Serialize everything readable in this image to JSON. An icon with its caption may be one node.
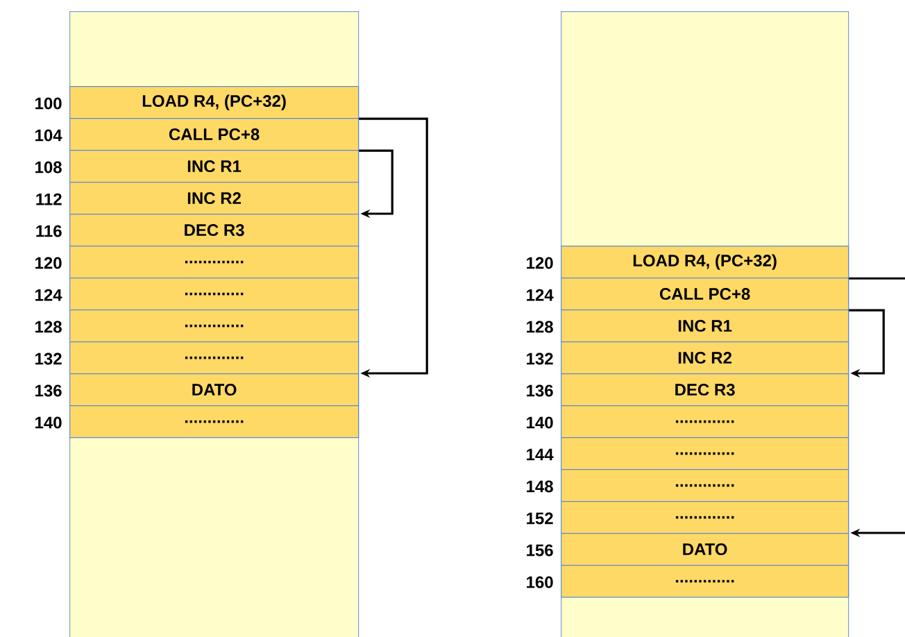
{
  "diagram": {
    "nodes": [
      {
        "text": [],
        "shape": "box"
      },
      {
        "text": [
          "LOAD R4, (PC+32)"
        ],
        "in": 0,
        "beside": [
          "100"
        ]
      },
      {
        "text": [
          "CALL PC+8"
        ],
        "in": 0,
        "beside": [
          "104"
        ]
      },
      {
        "text": [
          "INC R1"
        ],
        "in": 0,
        "beside": [
          "108"
        ]
      },
      {
        "text": [
          "INC R2"
        ],
        "in": 0,
        "beside": [
          "112"
        ]
      },
      {
        "text": [
          "DEC R3"
        ],
        "in": 0,
        "beside": [
          "116"
        ]
      },
      {
        "text": [
          "............."
        ],
        "in": 0,
        "beside": [
          "120"
        ]
      },
      {
        "text": [
          "............."
        ],
        "in": 0,
        "beside": [
          "124"
        ]
      },
      {
        "text": [
          "............."
        ],
        "in": 0,
        "beside": [
          "128"
        ]
      },
      {
        "text": [
          "............."
        ],
        "in": 0,
        "beside": [
          "132"
        ]
      },
      {
        "text": [
          "DATO"
        ],
        "in": 0,
        "beside": [
          "136"
        ]
      },
      {
        "text": [
          "............."
        ],
        "in": 0,
        "beside": [
          "140"
        ]
      },
      {
        "text": [],
        "shape": "box"
      },
      {
        "text": [
          "LOAD R4, (PC+32)"
        ],
        "in": 12,
        "beside": [
          "120"
        ]
      },
      {
        "text": [
          "CALL PC+8"
        ],
        "in": 12,
        "beside": [
          "124"
        ]
      },
      {
        "text": [
          "INC R1"
        ],
        "in": 12,
        "beside": [
          "128"
        ]
      },
      {
        "text": [
          "INC R2"
        ],
        "in": 12,
        "beside": [
          "132"
        ]
      },
      {
        "text": [
          "DEC R3"
        ],
        "in": 12,
        "beside": [
          "136"
        ]
      },
      {
        "text": [
          "............."
        ],
        "in": 12,
        "beside": [
          "140"
        ]
      },
      {
        "text": [
          "............."
        ],
        "in": 12,
        "beside": [
          "144"
        ]
      },
      {
        "text": [
          "............."
        ],
        "in": 12,
        "beside": [
          "148"
        ]
      },
      {
        "text": [
          "............."
        ],
        "in": 12,
        "beside": [
          "152"
        ]
      },
      {
        "text": [
          "DATO"
        ],
        "in": 12,
        "beside": [
          "156"
        ]
      },
      {
        "text": [
          "............."
        ],
        "in": 12,
        "beside": [
          "160"
        ]
      }
    ],
    "edges": [
      {
        "from": 1,
        "to": 10,
        "arrow": "to"
      },
      {
        "from": 2,
        "to": 5,
        "arrow": "to"
      },
      {
        "from": 13,
        "to": null,
        "arrow": "none"
      },
      {
        "from": 14,
        "to": 17,
        "arrow": "to"
      },
      {
        "from": null,
        "to": 22,
        "arrow": "to"
      }
    ]
  }
}
